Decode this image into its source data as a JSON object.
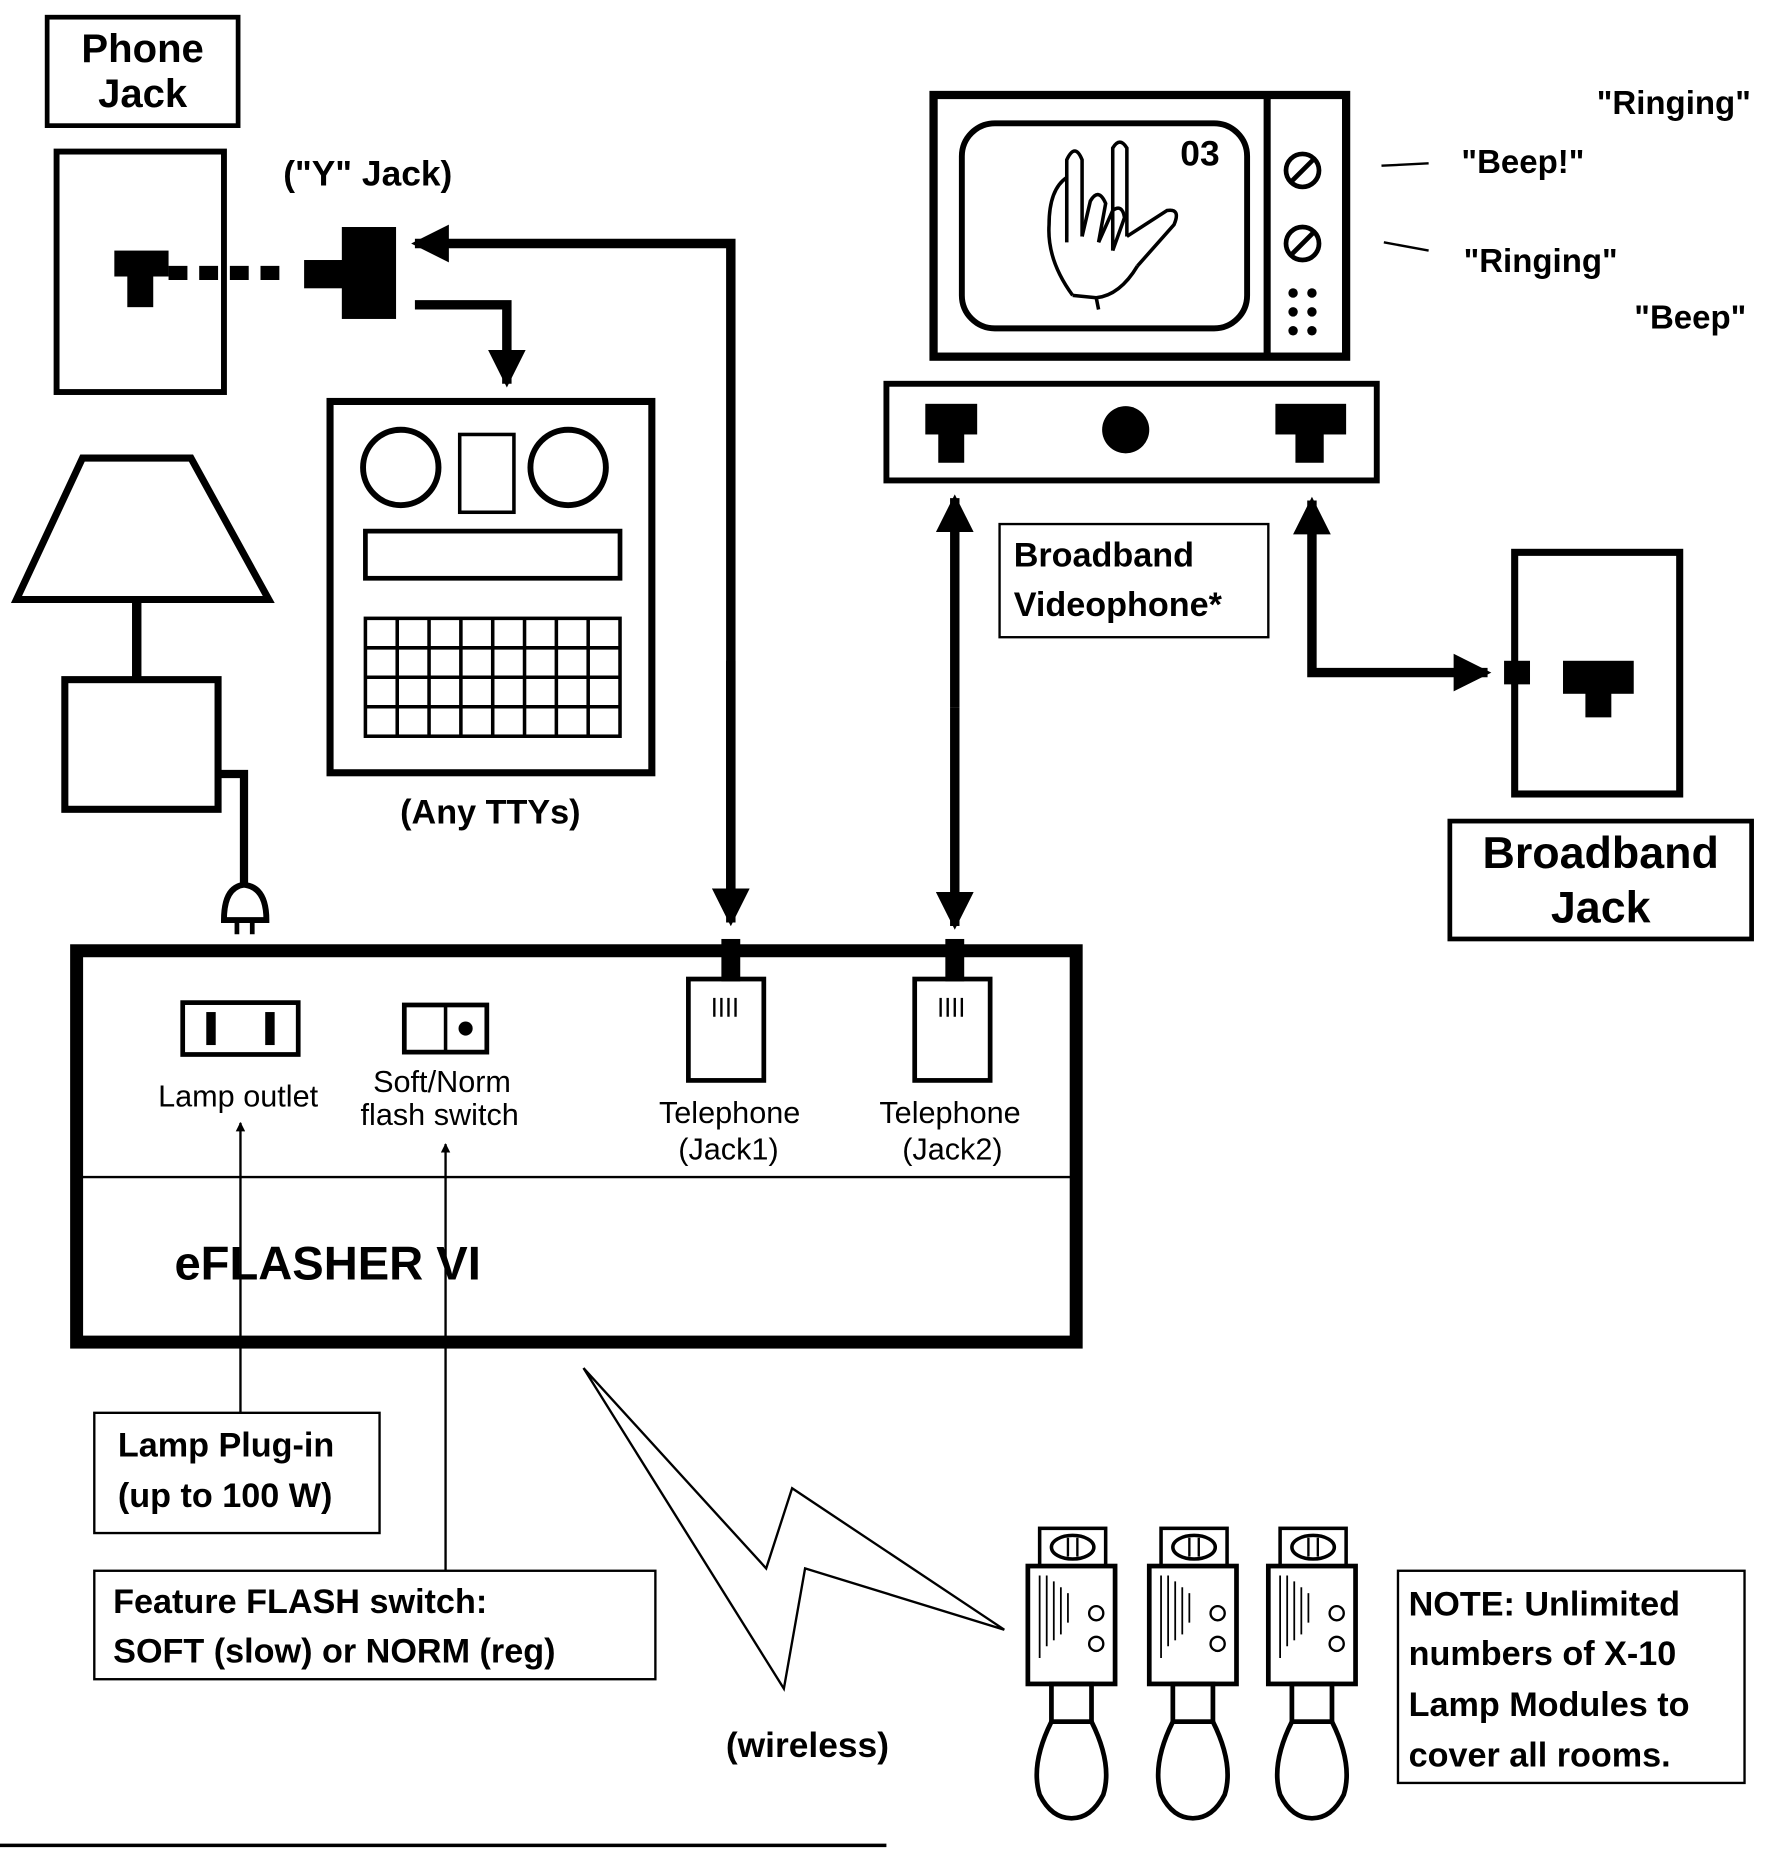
{
  "labels": {
    "phone_jack": [
      "Phone",
      "Jack"
    ],
    "y_jack": "(\"Y\" Jack)",
    "any_ttys": "(Any TTYs)",
    "tv_channel": "03",
    "sounds": {
      "ringing_1": "\"Ringing\"",
      "beep_1": "\"Beep!\"",
      "ringing_2": "\"Ringing\"",
      "beep_2": "\"Beep\""
    },
    "broadband_videophone": [
      "Broadband",
      "Videophone*"
    ],
    "broadband_jack": [
      "Broadband",
      "Jack"
    ],
    "lamp_outlet": "Lamp outlet",
    "flash_switch": [
      "Soft/Norm",
      "flash switch"
    ],
    "telephone_jack1": [
      "Telephone",
      "(Jack1)"
    ],
    "telephone_jack2": [
      "Telephone",
      "(Jack2)"
    ],
    "device_name": "eFLASHER VI",
    "lamp_plugin": [
      "Lamp Plug-in",
      "(up to 100 W)"
    ],
    "feature_flash": [
      "Feature FLASH switch:",
      "SOFT (slow) or NORM (reg)"
    ],
    "wireless": "(wireless)",
    "note": [
      "NOTE: Unlimited",
      "numbers of X-10",
      "Lamp Modules to",
      "cover all rooms."
    ]
  }
}
